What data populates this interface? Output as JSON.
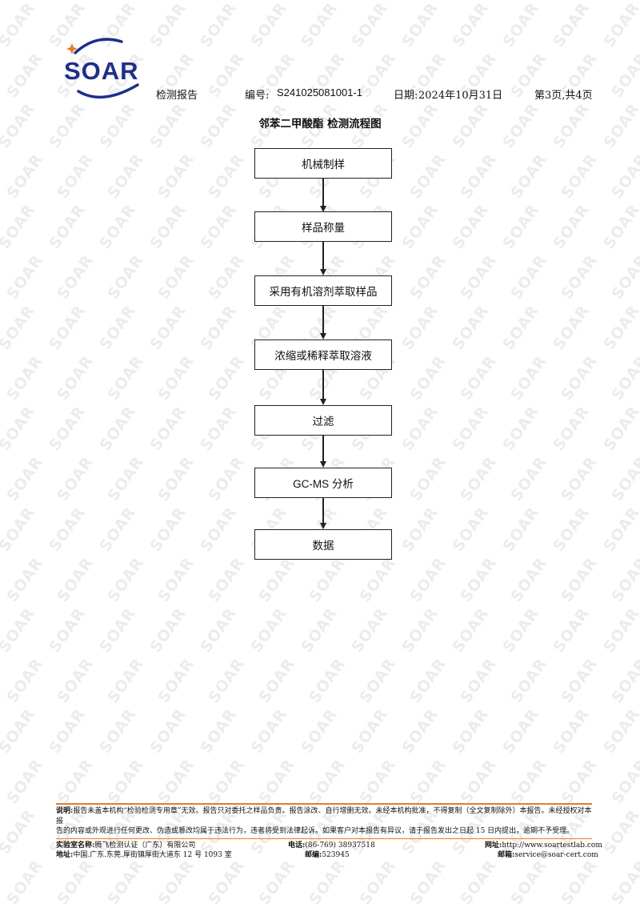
{
  "header": {
    "report_label": "检测报告",
    "number_label": "编号:",
    "number_value": "S241025081001-1",
    "date_label": "日期:",
    "date_value": "2024年10月31日",
    "page_info": "第3页,共4页"
  },
  "logo": {
    "text": "SOAR",
    "colors": {
      "blue": "#1d2f8c",
      "orange": "#e87a2a"
    }
  },
  "title": "邻苯二甲酸酯 检测流程图",
  "flow_steps": [
    "机械制样",
    "样品称量",
    "采用有机溶剂萃取样品",
    "浓缩或稀释萃取溶液",
    "过滤",
    "GC-MS 分析",
    "数据"
  ],
  "footer": {
    "note_label": "说明:",
    "note_text": "报告未盖本机构“检验检测专用章”无效。报告只对委托之样品负责。报告涂改、自行增删无效。未经本机构批准，不得复制（全文复制除外）本报告。未经授权对本报",
    "note_text_2": "告的内容或外观进行任何更改、伪造或篡改均属于违法行为，违者将受到法律起诉。如果客户对本报告有异议，请于报告发出之日起 15 日内提出，逾期不予受理。",
    "lab_label": "实验室名称:",
    "lab_value": "腾飞检测认证（广东）有限公司",
    "phone_label": "电话:",
    "phone_value": "(86-769) 38937518",
    "web_label": "网址:",
    "web_value": "http://www.soartestlab.com",
    "addr_label": "地址:",
    "addr_value": "中国.广东.东莞.厚街镇厚街大道东 12 号 1093 室",
    "post_label": "邮编:",
    "post_value": "523945",
    "email_label": "邮箱:",
    "email_value": "service@soar-cert.com"
  },
  "watermark_text": "SOAR"
}
